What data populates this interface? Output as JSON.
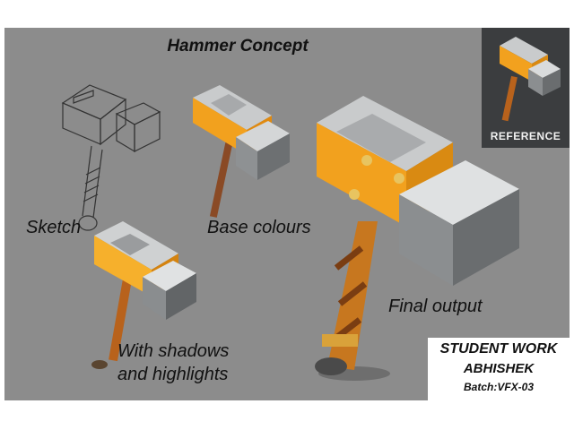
{
  "title": "Hammer Concept",
  "labels": {
    "sketch": "Sketch",
    "base_colours": "Base colours",
    "shadows_line1": "With shadows",
    "shadows_line2": "and highlights",
    "final_output": "Final output"
  },
  "reference": {
    "label": "REFERENCE"
  },
  "student": {
    "title": "STUDENT WORK",
    "name": "ABHISHEK",
    "batch": "Batch:VFX-03"
  },
  "colors": {
    "background": "#8c8c8c",
    "metal": "#c9cbcc",
    "gold": "#f2a11e",
    "handle": "#8a4a25"
  }
}
